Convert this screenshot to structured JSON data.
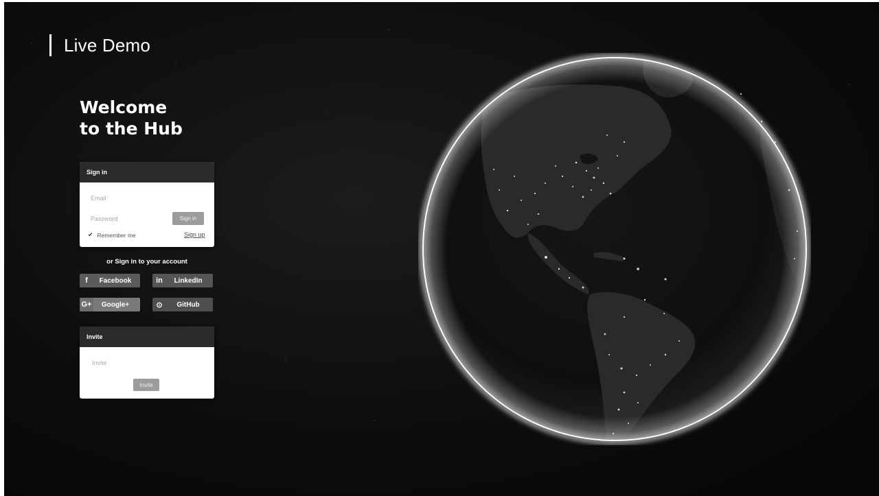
{
  "brand": {
    "title": "Live Demo"
  },
  "welcome": {
    "line1": "Welcome",
    "line2": "to the Hub"
  },
  "signin": {
    "header": "Sign in",
    "email_placeholder": "Email",
    "password_placeholder": "Password",
    "button_label": "Sign in",
    "remember_label": "Remember me",
    "signup_label": "Sign up"
  },
  "social": {
    "heading": "or Sign in to your account",
    "facebook": {
      "icon": "f",
      "label": "Facebook"
    },
    "linkedin": {
      "icon": "in",
      "label": "LinkedIn"
    },
    "google": {
      "icon": "G+",
      "label": "Google+"
    },
    "github": {
      "icon": "⊙",
      "label": "GitHub"
    }
  },
  "invite": {
    "header": "Invite",
    "placeholder": "Invite",
    "button_label": "Invite"
  },
  "colors": {
    "background": "#0d0d0d",
    "card_header": "#2b2b2b",
    "button_gray": "#9c9c9c",
    "globe_glow": "#ffffff"
  }
}
